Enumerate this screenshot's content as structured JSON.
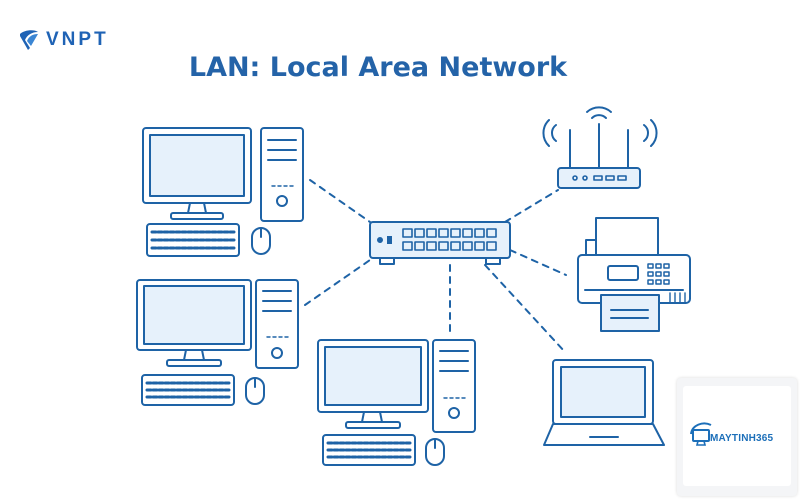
{
  "brand": {
    "name": "VNPT",
    "color": "#1f63b5",
    "logo_icon": "vnpt-logo-icon"
  },
  "title": "LAN: Local Area Network",
  "diagram": {
    "line_color": "#1e63a6",
    "fill_color": "#e6f1fb",
    "center": "network-switch",
    "nodes": [
      "desktop-computer",
      "desktop-computer",
      "desktop-computer",
      "wifi-router",
      "printer",
      "laptop"
    ],
    "connections": [
      [
        "network-switch",
        "desktop-computer"
      ],
      [
        "network-switch",
        "desktop-computer"
      ],
      [
        "network-switch",
        "desktop-computer"
      ],
      [
        "network-switch",
        "wifi-router"
      ],
      [
        "network-switch",
        "printer"
      ],
      [
        "network-switch",
        "laptop"
      ]
    ],
    "connection_style": "dashed"
  },
  "watermark": {
    "name": "MAYTINH365",
    "icon": "maytinh365-logo-icon"
  }
}
